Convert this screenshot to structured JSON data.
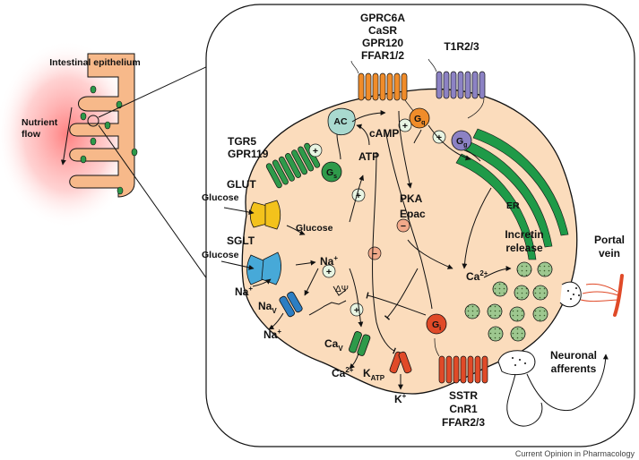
{
  "inset": {
    "tissue": "Intestinal epithelium",
    "flow_1": "Nutrient",
    "flow_2": "flow"
  },
  "receptors": {
    "gpcr_top_1": "GPRC6A",
    "gpcr_top_2": "CaSR",
    "gpcr_top_3": "GPR120",
    "gpcr_top_4": "FFAR1/2",
    "taste": "T1R2/3",
    "bile_1": "TGR5",
    "bile_2": "GPR119",
    "glut": "GLUT",
    "sglt": "SGLT",
    "sstr_1": "SSTR",
    "sstr_2": "CnR1",
    "sstr_3": "FFAR2/3"
  },
  "signalling": {
    "ac": "AC",
    "camp": "cAMP",
    "atp": "ATP",
    "gq": "G",
    "gq_sub": "q",
    "gg": "G",
    "gg_sub": "g",
    "gs": "G",
    "gs_sub": "s",
    "gi": "G",
    "gi_sub": "i",
    "pka": "PKA",
    "epac": "Epac",
    "er": "ER",
    "plus": "+",
    "minus": "−",
    "dpsi": "ΔΨ"
  },
  "ions": {
    "glucose_in": "Glucose",
    "glucose_out_1": "Glucose",
    "glucose_out_2": "Glucose",
    "na_in": "Na",
    "na_sup": "+",
    "na_out_1": "Na",
    "na_out_2": "Na",
    "nav": "Na",
    "nav_sub": "V",
    "cav": "Ca",
    "cav_sub": "V",
    "ca_out": "Ca",
    "ca_in": "Ca",
    "ca_sup": "2+",
    "katp": "K",
    "katp_sub": "ATP",
    "k_out": "K",
    "k_sup": "+"
  },
  "output": {
    "incretin_1": "Incretin",
    "incretin_2": "release",
    "portal_1": "Portal",
    "portal_2": "vein",
    "neuronal_1": "Neuronal",
    "neuronal_2": "afferents"
  },
  "credit": "Current Opinion in Pharmacology",
  "colors": {
    "cell": "#fbdcbc",
    "villus": "#f7b98a",
    "gpcr_orange": "#f08c2a",
    "gpcr_purple": "#8c82c4",
    "gpcr_green": "#2e9a4a",
    "gpcr_red": "#e04a28",
    "glut_yellow": "#f3c21c",
    "sglt_blue": "#47a9d8",
    "nav_blue": "#2c7ec3",
    "ac_teal": "#a9d9cf",
    "er_green": "#1f9a48",
    "granule": "#9dc78f"
  }
}
